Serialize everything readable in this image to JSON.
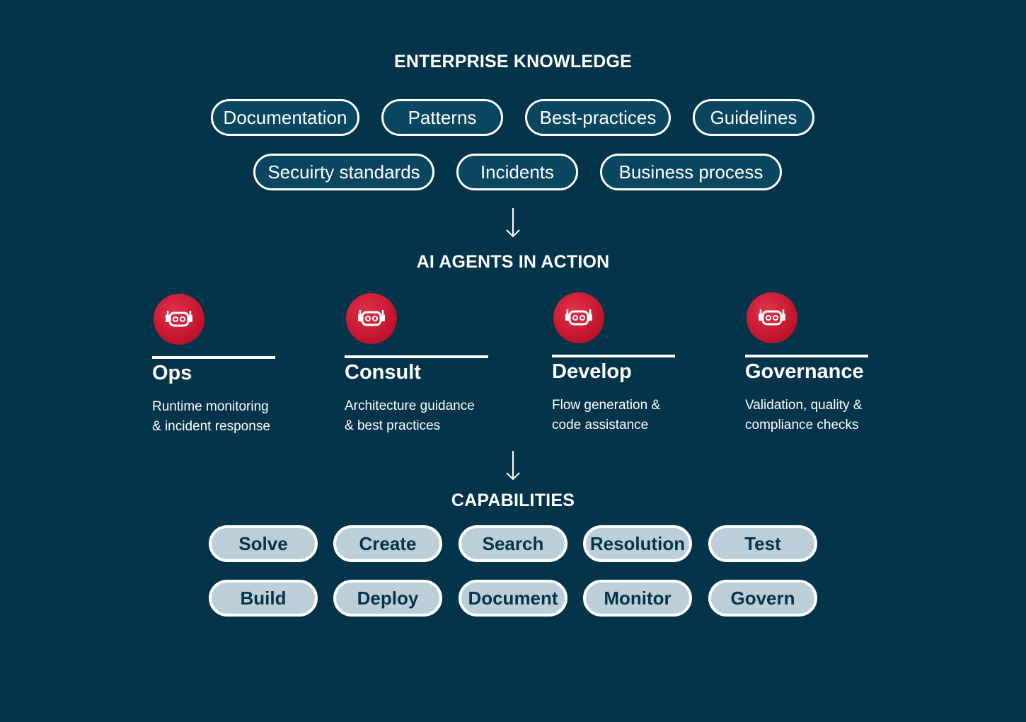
{
  "knowledge": {
    "heading": "ENTERPRISE KNOWLEDGE",
    "row1": [
      "Documentation",
      "Patterns",
      "Best-practices",
      "Guidelines"
    ],
    "row2": [
      "Secuirty standards",
      "Incidents",
      "Business process"
    ]
  },
  "agents": {
    "heading": "AI AGENTS IN ACTION",
    "items": [
      {
        "title": "Ops",
        "line1": "Runtime monitoring",
        "line2": "& incident response",
        "icon": "robot-icon"
      },
      {
        "title": "Consult",
        "line1": "Architecture guidance",
        "line2": "& best practices",
        "icon": "robot-icon"
      },
      {
        "title": "Develop",
        "line1": "Flow generation &",
        "line2": "code assistance",
        "icon": "robot-icon"
      },
      {
        "title": "Governance",
        "line1": "Validation, quality &",
        "line2": "compliance checks",
        "icon": "robot-icon"
      }
    ]
  },
  "capabilities": {
    "heading": "CAPABILITIES",
    "row1": [
      "Solve",
      "Create",
      "Search",
      "Resolution",
      "Test"
    ],
    "row2": [
      "Build",
      "Deploy",
      "Document",
      "Monitor",
      "Govern"
    ]
  },
  "colors": {
    "background": "#04344a",
    "knowledge_pill": "#0a4660",
    "capability_pill": "#bccfd9",
    "agent_icon": "#c4162e"
  }
}
